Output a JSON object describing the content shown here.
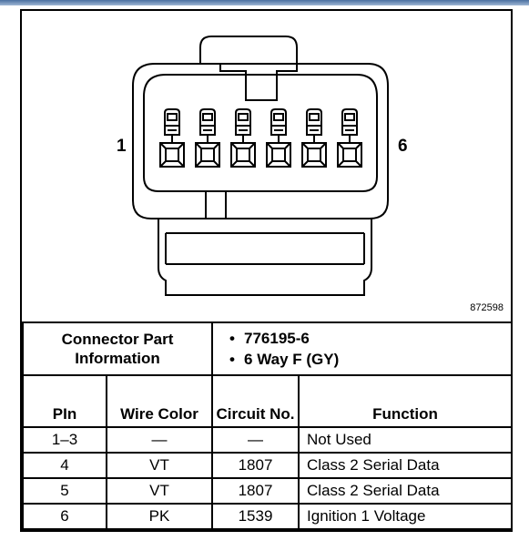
{
  "diagram": {
    "left_pin_label": "1",
    "right_pin_label": "6",
    "figure_number": "872598"
  },
  "connector_info": {
    "label": "Connector Part Information",
    "items": [
      "776195-6",
      "6 Way F (GY)"
    ]
  },
  "table": {
    "headers": [
      "PIn",
      "Wire Color",
      "Circuit No.",
      "Function"
    ],
    "rows": [
      {
        "pin": "1–3",
        "color": "—",
        "circuit": "—",
        "function": "Not Used"
      },
      {
        "pin": "4",
        "color": "VT",
        "circuit": "1807",
        "function": "Class 2 Serial Data"
      },
      {
        "pin": "5",
        "color": "VT",
        "circuit": "1807",
        "function": "Class 2 Serial Data"
      },
      {
        "pin": "6",
        "color": "PK",
        "circuit": "1539",
        "function": "Ignition 1 Voltage"
      }
    ]
  }
}
